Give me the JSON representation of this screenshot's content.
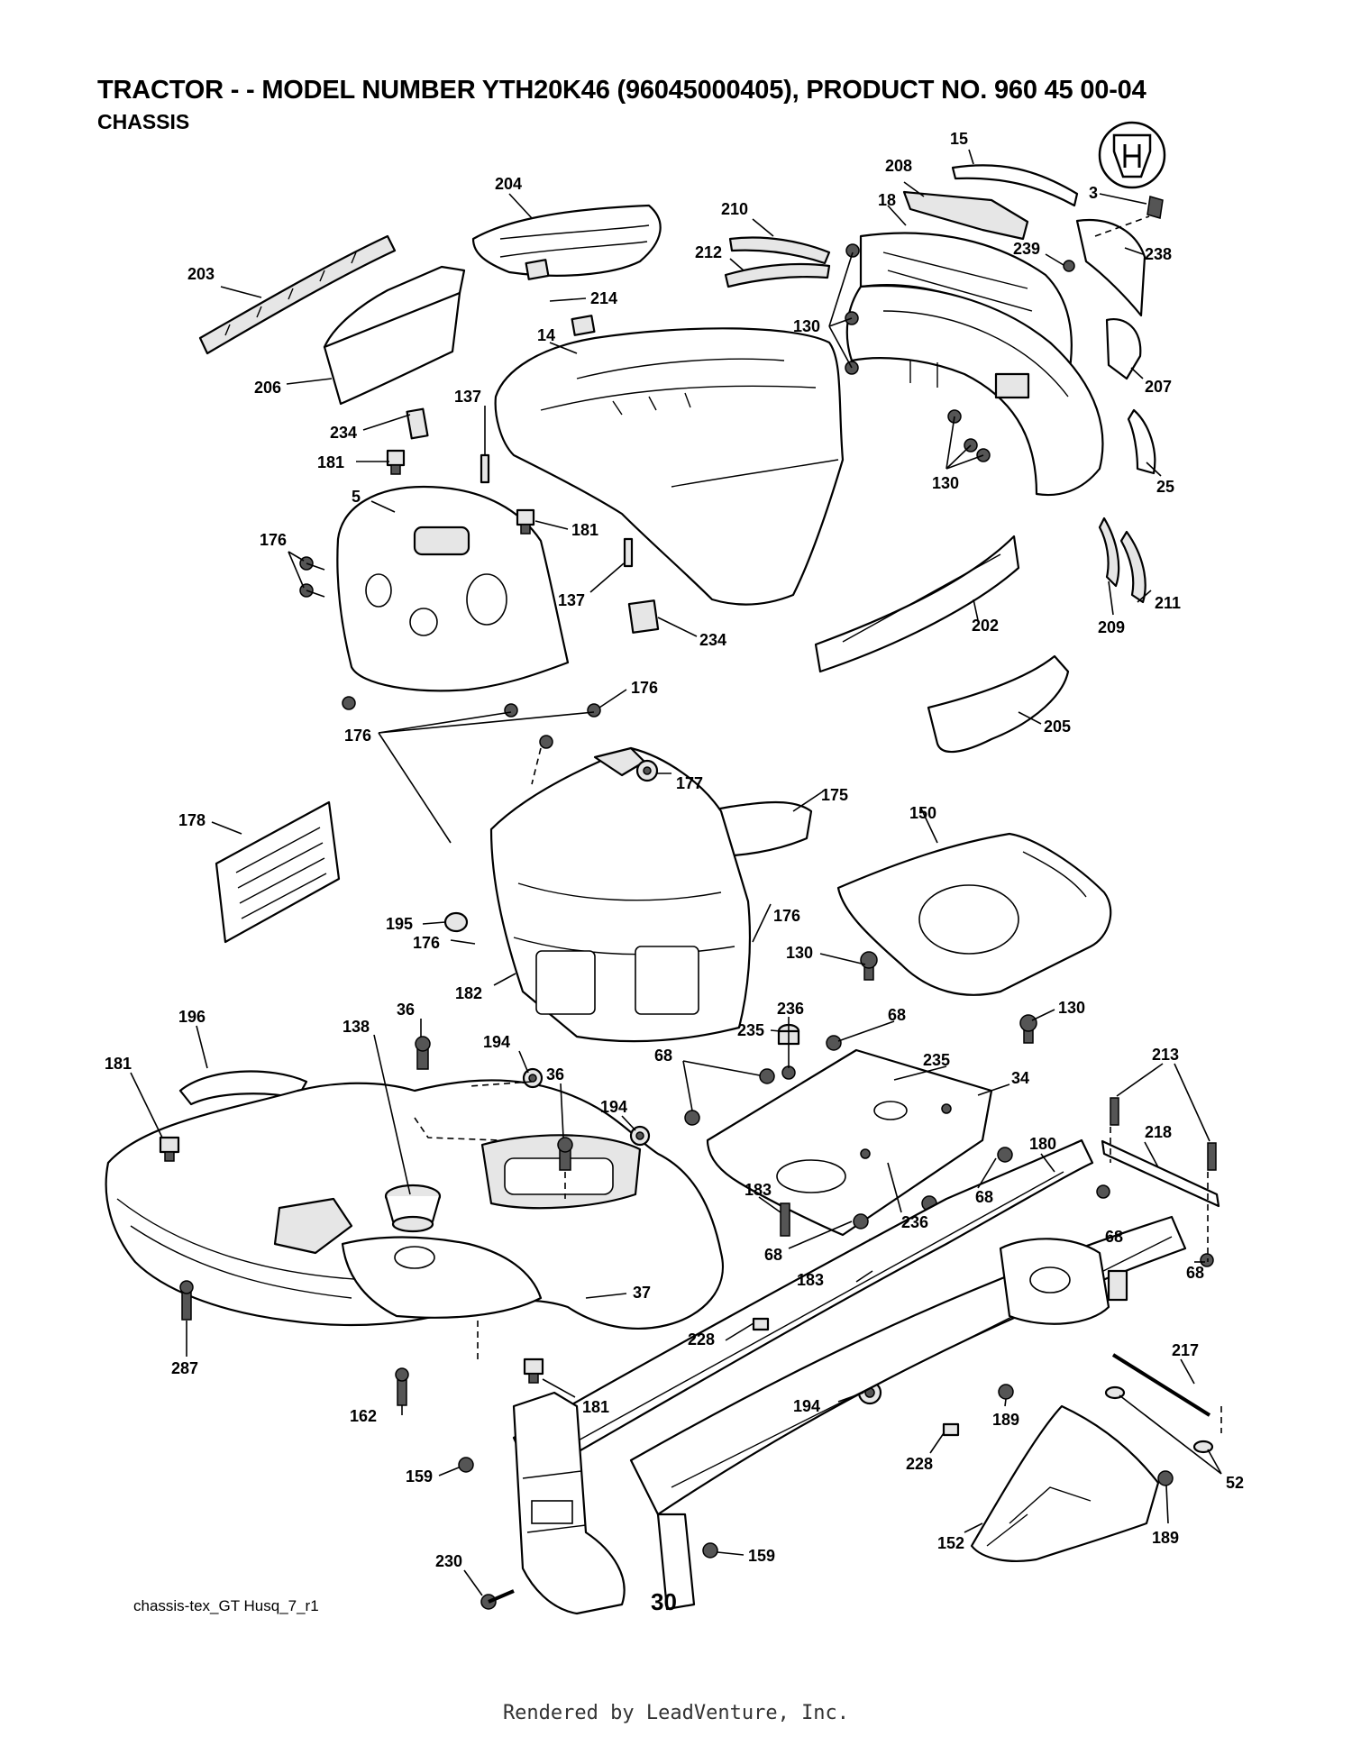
{
  "header": {
    "title": "TRACTOR - - MODEL NUMBER YTH20K46 (96045000405), PRODUCT NO. 960 45 00-04",
    "subtitle": "CHASSIS"
  },
  "diagram": {
    "callouts": {
      "c15": "15",
      "c3": "3",
      "c208": "208",
      "c18": "18",
      "c238": "238",
      "c239": "239",
      "c204": "204",
      "c210": "210",
      "c212": "212",
      "c214": "214",
      "c203": "203",
      "c206": "206",
      "c14": "14",
      "c130a": "130",
      "c130b": "130",
      "c207": "207",
      "c25": "25",
      "c137a": "137",
      "c234a": "234",
      "c181a": "181",
      "c5": "5",
      "c181b": "181",
      "c176a": "176",
      "c137b": "137",
      "c234b": "234",
      "c202": "202",
      "c209": "209",
      "c211": "211",
      "c176b": "176",
      "c176c": "176",
      "c205": "205",
      "c177": "177",
      "c175": "175",
      "c178": "178",
      "c150": "150",
      "c195": "195",
      "c176d": "176",
      "c176e": "176",
      "c182": "182",
      "c130c": "130",
      "c130d": "130",
      "c196": "196",
      "c36a": "36",
      "c138": "138",
      "c194a": "194",
      "c36b": "36",
      "c194b": "194",
      "c181c": "181",
      "c235a": "235",
      "c236a": "236",
      "c68a": "68",
      "c68b": "68",
      "c235b": "235",
      "c34": "34",
      "c213": "213",
      "c218": "218",
      "c180": "180",
      "c183a": "183",
      "c68c": "68",
      "c68d": "68",
      "c236b": "236",
      "c68e": "68",
      "c183b": "183",
      "c37": "37",
      "c68f": "68",
      "c287": "287",
      "c228a": "228",
      "c217": "217",
      "c162": "162",
      "c181d": "181",
      "c194c": "194",
      "c189a": "189",
      "c228b": "228",
      "c52": "52",
      "c159a": "159",
      "c152": "152",
      "c189b": "189",
      "c230": "230",
      "c159b": "159"
    }
  },
  "footer": {
    "drawing_code": "chassis-tex_GT Husq_7_r1",
    "page_number": "30",
    "rendered_by": "Rendered by LeadVenture, Inc."
  }
}
